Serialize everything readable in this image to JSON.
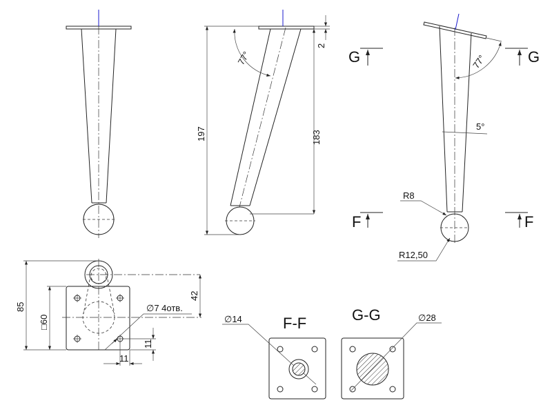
{
  "views": {
    "front": {
      "title": "Front view"
    },
    "side": {
      "dim_total_height": "197",
      "dim_leg_height": "183",
      "dim_plate": "2",
      "angle": "77°"
    },
    "rotated": {
      "angle": "77°",
      "taper": "5°",
      "fillet_radius": "R8",
      "ball_radius": "R12,50"
    },
    "top": {
      "dim_overall": "85",
      "dim_plate": "□60",
      "dim_offset": "42",
      "hole_note": "∅7 4отв.",
      "dim_hole_x": "11",
      "dim_hole_y": "11"
    }
  },
  "section_marks": {
    "g_left": "G",
    "g_right": "G",
    "f_left": "F",
    "f_right": "F"
  },
  "sections": [
    {
      "title": "F-F",
      "diameter": "∅14"
    },
    {
      "title": "G-G",
      "diameter": "∅28"
    }
  ]
}
